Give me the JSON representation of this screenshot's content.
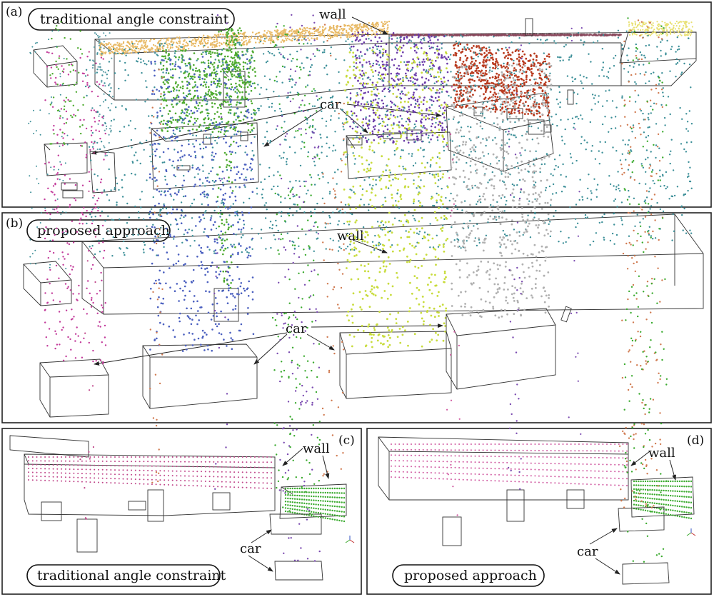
{
  "panels": [
    {
      "id": "a",
      "label": "(a)",
      "title": "traditional angle constraint",
      "wall": "wall",
      "car": "car"
    },
    {
      "id": "b",
      "label": "(b)",
      "title": "proposed approach",
      "wall": "wall",
      "car": "car"
    },
    {
      "id": "c",
      "label": "(c)",
      "title": "traditional angle constraint",
      "wall": "wall",
      "car": "car"
    },
    {
      "id": "d",
      "label": "(d)",
      "title": "proposed approach",
      "wall": "wall",
      "car": "car"
    }
  ],
  "colors": {
    "a_wall_left": "#e8b964",
    "a_wall_right": "#8a4a5e",
    "a_wall_end": "#e8e070",
    "a_car_green": "#4daa2e",
    "a_car_purple": "#6a3aa8",
    "a_car_red": "#b83a1e",
    "a_teal": "#5fa0a8",
    "b_wall": "#3c8f98",
    "b_car_magenta": "#c23a9a",
    "b_car_blue": "#4a5fbf",
    "b_car_yellow": "#c8dc3c",
    "b_car_gray": "#b0b0b0",
    "c_pink": "#c0468a",
    "c_green": "#3aaa2e",
    "c_purple": "#7a4ab0",
    "c_orange": "#d07a50",
    "d_pink": "#d058a0",
    "d_green": "#3aaa2e",
    "d_orange": "#d07a50"
  }
}
